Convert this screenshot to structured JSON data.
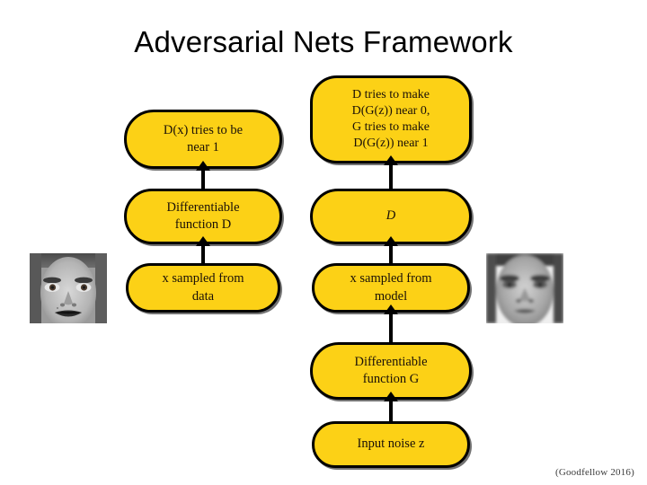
{
  "slide": {
    "title": "Adversarial Nets Framework",
    "attribution": "(Goodfellow 2016)",
    "background_color": "#ffffff",
    "node_fill_color": "#FCD116",
    "node_border_color": "#000000"
  },
  "diagram": {
    "type": "flowchart",
    "nodes": [
      {
        "id": "d-near1",
        "column": "left",
        "lines": [
          "D(x) tries to be",
          "near 1"
        ]
      },
      {
        "id": "diff-d",
        "column": "left",
        "lines": [
          "Differentiable",
          "function D"
        ]
      },
      {
        "id": "x-data",
        "column": "left",
        "lines": [
          "x sampled from",
          "data"
        ]
      },
      {
        "id": "objectives",
        "column": "right",
        "lines": [
          "D tries to make",
          "D(G(z)) near 0,",
          "G tries to make",
          "D(G(z)) near 1"
        ]
      },
      {
        "id": "d",
        "column": "right",
        "lines": [
          "D"
        ]
      },
      {
        "id": "x-model",
        "column": "right",
        "lines": [
          "x sampled from",
          "model"
        ]
      },
      {
        "id": "diff-g",
        "column": "right",
        "lines": [
          "Differentiable",
          "function G"
        ]
      },
      {
        "id": "input-noise",
        "column": "right",
        "lines": [
          "Input noise z"
        ]
      }
    ],
    "arrows": [
      {
        "id": "left-lower",
        "from": "x-data",
        "to": "diff-d",
        "direction": "up"
      },
      {
        "id": "left-upper",
        "from": "diff-d",
        "to": "d-near1",
        "direction": "up"
      },
      {
        "id": "right-lower",
        "from": "x-model",
        "to": "d",
        "direction": "up"
      },
      {
        "id": "right-upper",
        "from": "d",
        "to": "objectives",
        "direction": "up"
      },
      {
        "id": "gen-to-x",
        "from": "diff-g",
        "to": "x-model",
        "direction": "up"
      },
      {
        "id": "noise-to-g",
        "from": "input-noise",
        "to": "diff-g",
        "direction": "up"
      }
    ],
    "images": [
      {
        "id": "face-data",
        "caption": "grayscale face sample from data",
        "side": "left"
      },
      {
        "id": "face-model",
        "caption": "grayscale face sample from model",
        "side": "right"
      }
    ]
  }
}
